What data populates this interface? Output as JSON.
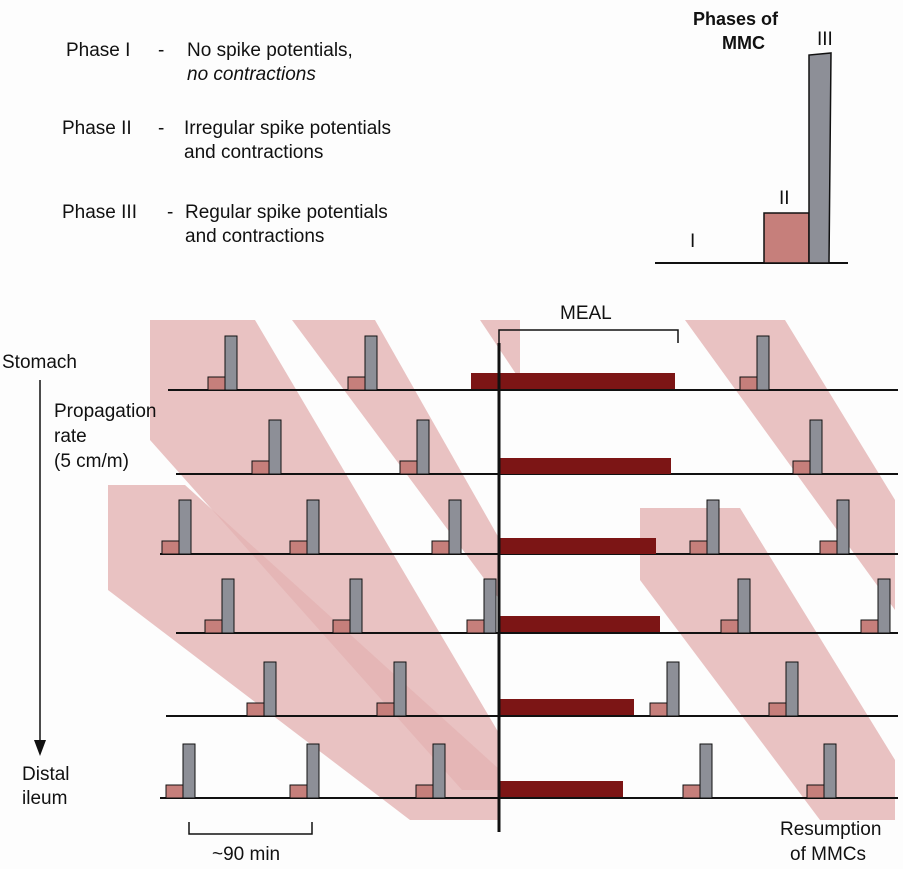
{
  "legend": {
    "phase1": {
      "name": "Phase I",
      "dash": "-",
      "line1": "No spike potentials,",
      "line2": "no contractions"
    },
    "phase2": {
      "name": "Phase II",
      "dash": "-",
      "line1": "Irregular spike potentials",
      "line2": "and contractions"
    },
    "phase3": {
      "name": "Phase III",
      "dash": "-",
      "line1": "Regular spike potentials",
      "line2": "and contractions"
    }
  },
  "inset": {
    "title_line1": "Phases of",
    "title_line2": "MMC",
    "label_phase1": "I",
    "label_phase2": "II",
    "label_phase3": "III"
  },
  "meal_label": "MEAL",
  "axis": {
    "top_label": "Stomach",
    "rate_line1": "Propagation",
    "rate_line2": "rate",
    "rate_line3": "(5 cm/m)",
    "bottom_line1": "Distal",
    "bottom_line2": "ileum"
  },
  "scale_label": "~90 min",
  "resumption_line1": "Resumption",
  "resumption_line2": "of MMCs",
  "colors": {
    "band": "#e3b3b3",
    "phase2_fill": "#c67f7b",
    "phase3_fill": "#8d8f97",
    "meal_bar": "#7c1515",
    "line": "#111111"
  }
}
